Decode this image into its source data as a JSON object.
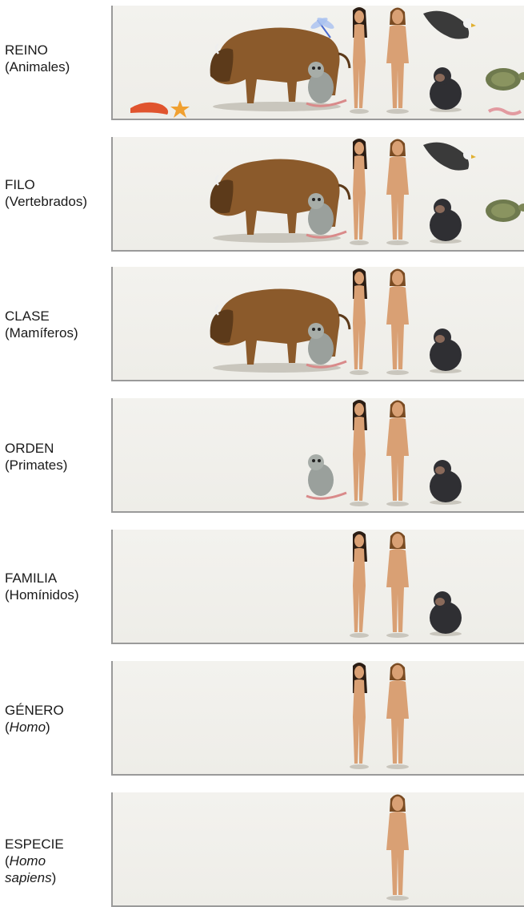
{
  "ranks": [
    {
      "rank": "REINO",
      "group": "Animales",
      "group_italic": false,
      "organisms": [
        "shrimp",
        "starfish",
        "bison",
        "dragonfly",
        "lemur",
        "woman-dark",
        "woman-light",
        "eagle",
        "chimpanzee",
        "worm",
        "turtle"
      ]
    },
    {
      "rank": "FILO",
      "group": "Vertebrados",
      "group_italic": false,
      "organisms": [
        "bison",
        "lemur",
        "woman-dark",
        "woman-light",
        "eagle",
        "chimpanzee",
        "turtle"
      ]
    },
    {
      "rank": "CLASE",
      "group": "Mamíferos",
      "group_italic": false,
      "organisms": [
        "bison",
        "lemur",
        "woman-dark",
        "woman-light",
        "chimpanzee"
      ]
    },
    {
      "rank": "ORDEN",
      "group": "Primates",
      "group_italic": false,
      "organisms": [
        "lemur",
        "woman-dark",
        "woman-light",
        "chimpanzee"
      ]
    },
    {
      "rank": "FAMILIA",
      "group": "Homínidos",
      "group_italic": false,
      "organisms": [
        "woman-dark",
        "woman-light",
        "chimpanzee"
      ]
    },
    {
      "rank": "GÉNERO",
      "group": "Homo",
      "group_italic": true,
      "organisms": [
        "woman-dark",
        "woman-light"
      ]
    },
    {
      "rank": "ESPECIE",
      "group_lines": [
        "Homo",
        "sapiens"
      ],
      "group_italic": true,
      "organisms": [
        "woman-light"
      ]
    }
  ],
  "colors": {
    "panel": "#f0efeb",
    "frame": "#9a9a9a",
    "skin": "#d9a074",
    "bison": "#8b5a2b",
    "chimp": "#2f2f33",
    "turtle": "#6f7a4e"
  }
}
